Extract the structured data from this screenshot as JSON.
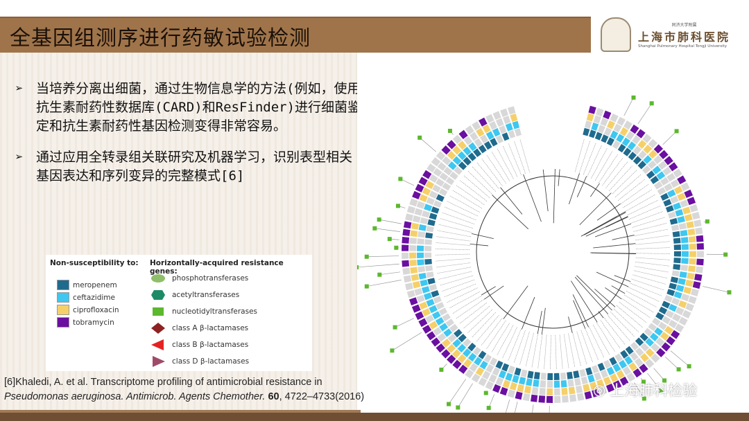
{
  "slide": {
    "title": "全基因组测序进行药敏试验检测",
    "logo": {
      "top": "同济大学附属",
      "name": "上海市肺科医院",
      "english": "Shanghai Pulmonary Hospital Tongji University"
    },
    "bullets": [
      "当培养分离出细菌，通过生物信息学的方法(例如，使用抗生素耐药性数据库(CARD)和ResFinder)进行细菌鉴定和抗生素耐药性基因检测变得非常容易。",
      "通过应用全转录组关联研究及机器学习，识别表型相关基因表达和序列变异的完整模式[6]"
    ],
    "bullet_marker": "➢",
    "legend": {
      "left_title": "Non-susceptibility to:",
      "right_title": "Horizontally-acquired resistance genes:",
      "drugs": [
        {
          "label": "meropenem",
          "color": "#1f6b8e"
        },
        {
          "label": "ceftazidime",
          "color": "#3ec7f0"
        },
        {
          "label": "ciprofloxacin",
          "color": "#f5d06a"
        },
        {
          "label": "tobramycin",
          "color": "#6a0fa0"
        }
      ],
      "genes": [
        {
          "label": "phosphotransferases",
          "shape": "ellipse",
          "color": "#8fbf6a"
        },
        {
          "label": "acetyltransferases",
          "shape": "hexagon",
          "color": "#1e8a66"
        },
        {
          "label": "nucleotidyltransferases",
          "shape": "square",
          "color": "#5cb82e"
        },
        {
          "label": "class A β-lactamases",
          "shape": "diamond",
          "color": "#8e2222"
        },
        {
          "label": "class B β-lactamases",
          "shape": "triangle-left",
          "color": "#e52222"
        },
        {
          "label": "class D β-lactamases",
          "shape": "triangle-right",
          "color": "#a04a6a"
        }
      ]
    },
    "reference": {
      "pre": "[6]Khaledi, A. et al. Transcriptome profiling of antimicrobial resistance in ",
      "journal": "Pseudomonas aeruginosa. Antimicrob. Agents Chemother.",
      "vol": "60",
      "pages": ", 4722–4733(2016)"
    },
    "watermark": "上海肺科检验"
  }
}
